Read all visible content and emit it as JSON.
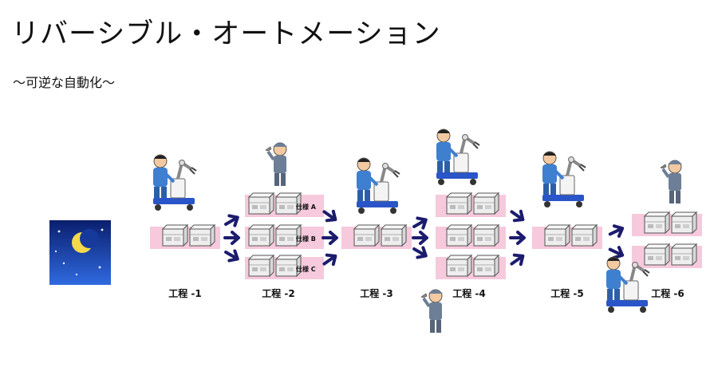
{
  "title": "リバーシブル・オートメーション",
  "subtitle": "〜可逆な自動化〜",
  "stages": [
    {
      "label": "工程 -1"
    },
    {
      "label": "工程 -2"
    },
    {
      "label": "工程 -3"
    },
    {
      "label": "工程 -4"
    },
    {
      "label": "工程 -5"
    },
    {
      "label": "工程 -6"
    }
  ],
  "variants": [
    "仕様 A",
    "仕様 B",
    "仕様 C"
  ],
  "colors": {
    "conveyor": "#f6c9dc",
    "arrow": "#1c1c6e",
    "night_top": "#0a1f6e",
    "night_bottom": "#2a5ad8",
    "moon": "#f5d94a",
    "worker_uniform": "#6d7f96",
    "robot_cart": "#2a55c8"
  },
  "icons": {
    "night": "night-sky-moon-icon",
    "robot": "robot-arm-worker-icon",
    "worker": "worker-with-wrench-icon",
    "boxes": "cardboard-boxes-icon"
  }
}
